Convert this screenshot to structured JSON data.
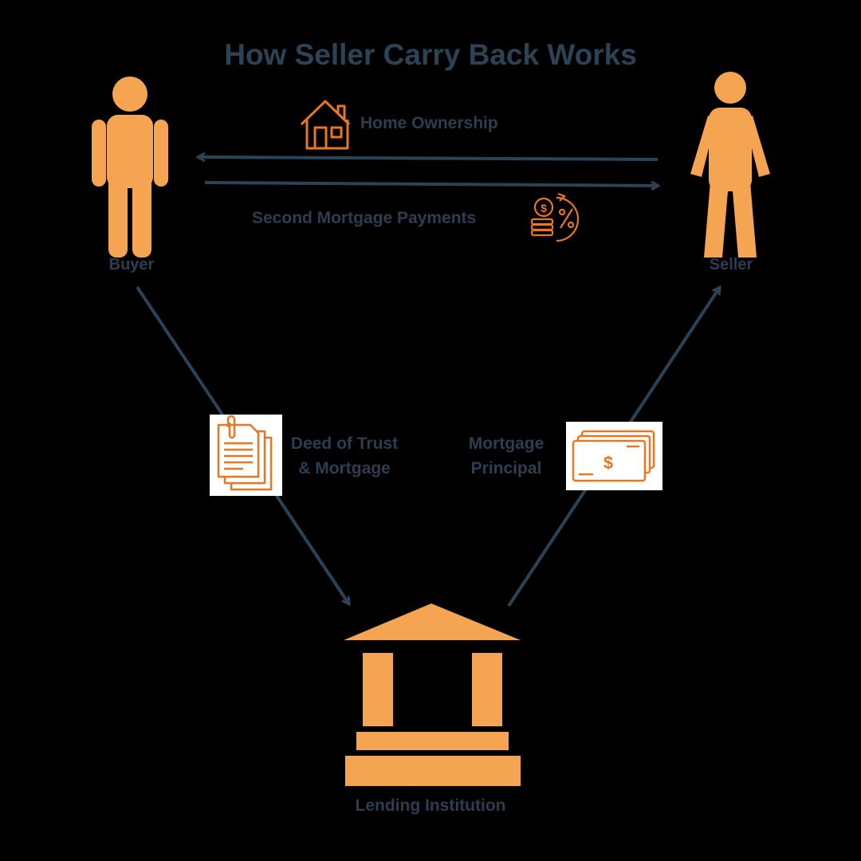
{
  "title": "How Seller Carry Back Works",
  "parties": {
    "buyer": "Buyer",
    "seller": "Seller",
    "lender": "Lending Institution"
  },
  "flows": {
    "home_ownership": "Home Ownership",
    "second_mortgage_payments": "Second Mortgage Payments",
    "deed_line1": "Deed of Trust",
    "deed_line2": "& Mortgage",
    "principal_line1": "Mortgage",
    "principal_line2": "Principal"
  },
  "icons": [
    "person-icon",
    "house-icon",
    "coins-percent-icon",
    "documents-icon",
    "cash-icon",
    "bank-icon"
  ],
  "colors": {
    "background": "#000000",
    "figure": "#F5A551",
    "icon_line": "#E87722",
    "arrow": "#2C4356",
    "text": "#2C3E50"
  }
}
